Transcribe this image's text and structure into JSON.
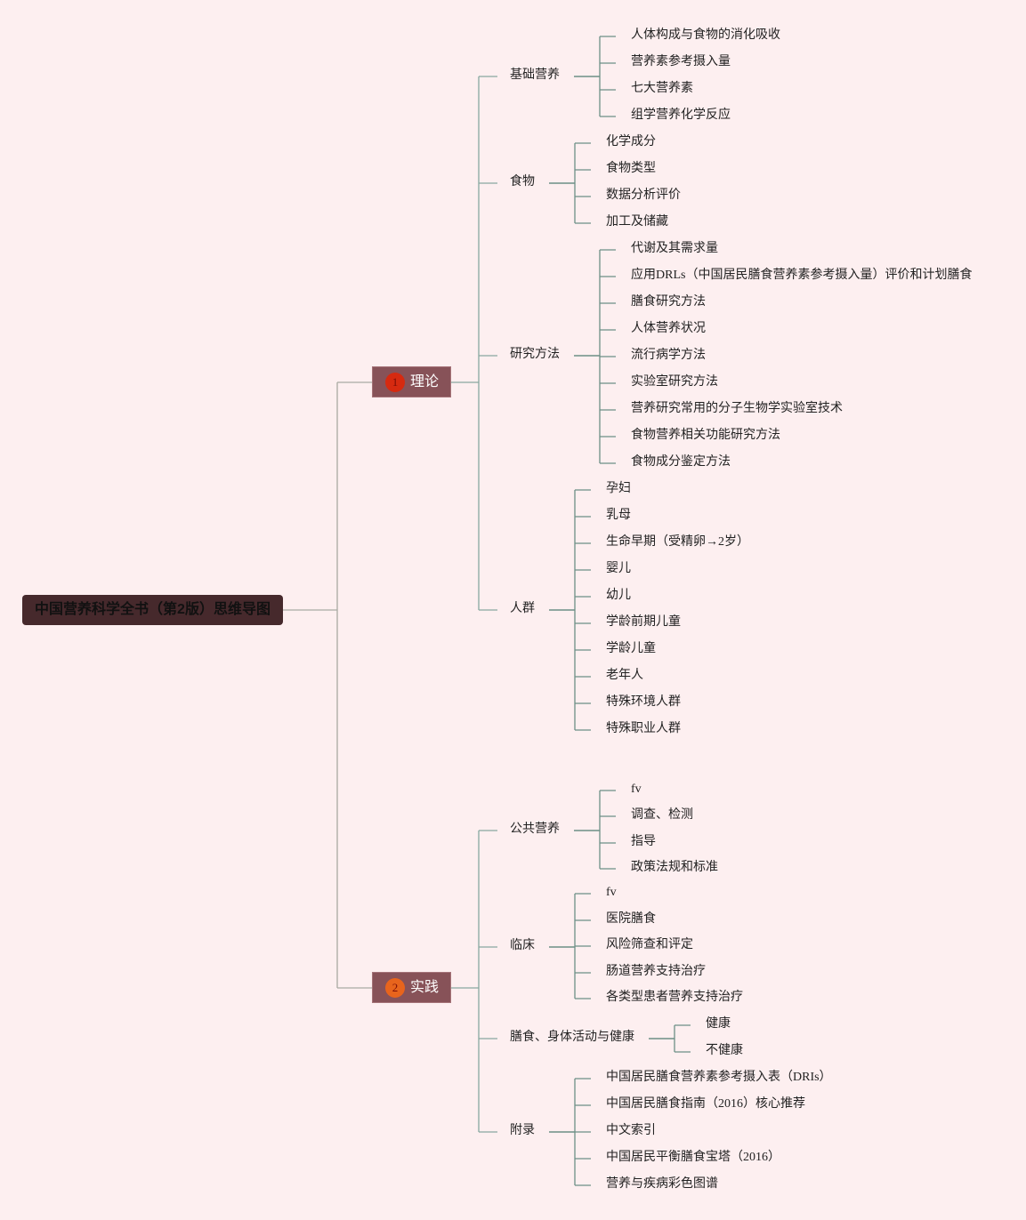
{
  "root": {
    "title": "中国营养科学全书（第2版）思维导图"
  },
  "branches": [
    {
      "label": "理论",
      "badge_number": "1",
      "badge_color": "#d62a10",
      "topics": [
        {
          "label": "基础营养",
          "items": [
            "人体构成与食物的消化吸收",
            "营养素参考摄入量",
            "七大营养素",
            "组学营养化学反应"
          ]
        },
        {
          "label": "食物",
          "items": [
            "化学成分",
            "食物类型",
            "数据分析评价",
            "加工及储藏"
          ]
        },
        {
          "label": "研究方法",
          "items": [
            "代谢及其需求量",
            "应用DRLs（中国居民膳食营养素参考摄入量）评价和计划膳食",
            "膳食研究方法",
            "人体营养状况",
            "流行病学方法",
            "实验室研究方法",
            "营养研究常用的分子生物学实验室技术",
            "食物营养相关功能研究方法",
            "食物成分鉴定方法"
          ]
        },
        {
          "label": "人群",
          "items": [
            "孕妇",
            "乳母",
            "生命早期（受精卵→2岁）",
            "婴儿",
            "幼儿",
            "学龄前期儿童",
            "学龄儿童",
            "老年人",
            "特殊环境人群",
            "特殊职业人群"
          ]
        }
      ]
    },
    {
      "label": "实践",
      "badge_number": "2",
      "badge_color": "#e8641c",
      "topics": [
        {
          "label": "公共营养",
          "items": [
            "fv",
            "调查、检测",
            "指导",
            "政策法规和标准"
          ]
        },
        {
          "label": "临床",
          "items": [
            "fv",
            "医院膳食",
            "风险筛查和评定",
            "肠道营养支持治疗",
            "各类型患者营养支持治疗"
          ]
        },
        {
          "label": "膳食、身体活动与健康",
          "items": [
            "健康",
            "不健康"
          ]
        },
        {
          "label": "附录",
          "items": [
            "中国居民膳食营养素参考摄入表（DRIs）",
            "中国居民膳食指南（2016）核心推荐",
            "中文索引",
            "中国居民平衡膳食宝塔（2016）",
            "营养与疾病彩色图谱"
          ]
        }
      ]
    }
  ],
  "colors": {
    "background": "#fdeff0",
    "root_fill": "#46292c",
    "branch_fill": "#875258",
    "trunk_line": "#a8aaa2",
    "topic_line": "#88a8a0",
    "leaf_line": "#6d8f86"
  }
}
